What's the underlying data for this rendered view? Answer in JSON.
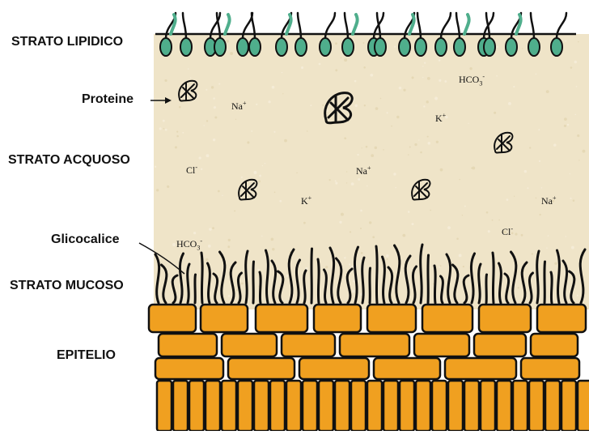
{
  "labels": {
    "lipid": "STRATO LIPIDICO",
    "proteins": "Proteine",
    "aqueous": "STRATO ACQUOSO",
    "glycocalyx": "Glicocalice",
    "mucous": "STRATO MUCOSO",
    "epithelium": "EPITELIO"
  },
  "ions": {
    "hco3_top": {
      "base": "HCO",
      "sub": "3",
      "sup": "-"
    },
    "na_1": {
      "base": "Na",
      "sup": "+"
    },
    "k_1": {
      "base": "K",
      "sup": "+"
    },
    "cl_1": {
      "base": "Cl",
      "sup": "-"
    },
    "na_2": {
      "base": "Na",
      "sup": "+"
    },
    "k_2": {
      "base": "K",
      "sup": "+"
    },
    "na_3": {
      "base": "Na",
      "sup": "+"
    },
    "cl_2": {
      "base": "Cl",
      "sup": "-"
    },
    "hco3_bottom": {
      "base": "HCO",
      "sub": "3",
      "sup": "-"
    }
  },
  "colors": {
    "aqueous_fill": "#efe4c8",
    "lipid_head": "#4fae8c",
    "epithelium_fill": "#f0a020",
    "outline": "#111111"
  }
}
